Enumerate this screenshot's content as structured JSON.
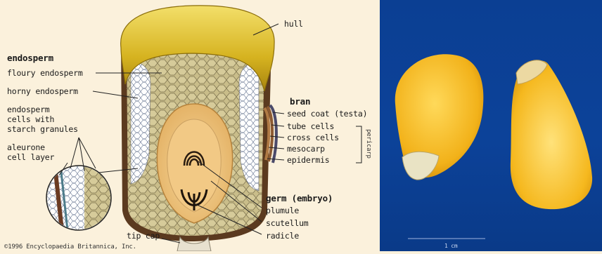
{
  "diagram": {
    "hull": "hull",
    "endosperm_heading": "endosperm",
    "floury_endosperm": "floury endosperm",
    "horny_endosperm": "horny endosperm",
    "endosperm_cells_1": "endosperm",
    "endosperm_cells_2": "cells with",
    "endosperm_cells_3": "starch granules",
    "aleurone_1": "aleurone",
    "aleurone_2": "cell layer",
    "bran_heading": "bran",
    "seed_coat": "seed coat (testa)",
    "tube_cells": "tube cells",
    "cross_cells": "cross cells",
    "mesocarp": "mesocarp",
    "epidermis": "epidermis",
    "pericarp": "pericarp",
    "germ_heading": "germ (embryo)",
    "plumule": "plumule",
    "scutellum": "scutellum",
    "radicle": "radicle",
    "tip_cap": "tip cap",
    "copyright": "©1996 Encyclopaedia Britannica, Inc."
  },
  "photo": {
    "scale_label": "1 cm"
  }
}
